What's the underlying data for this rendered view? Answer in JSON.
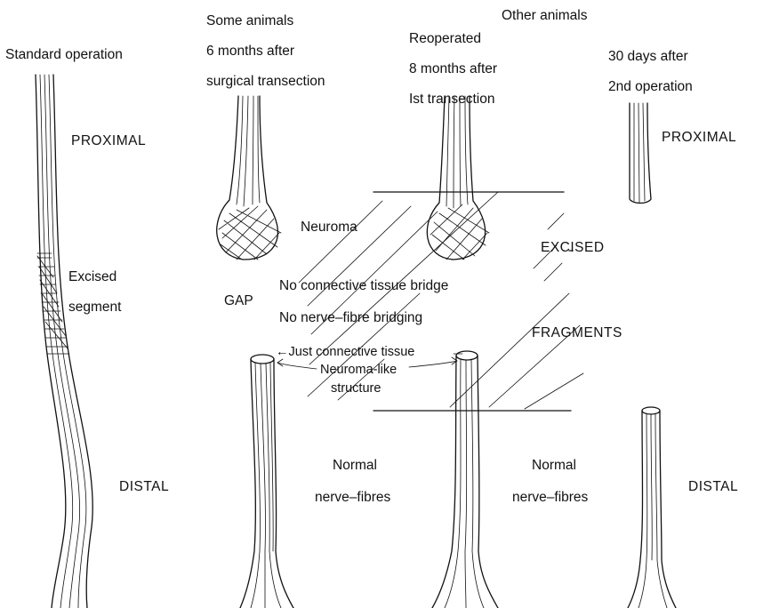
{
  "columns": {
    "standard": {
      "title": "Standard operation",
      "proximal": "PROXIMAL",
      "excised_1": "Excised",
      "excised_2": "segment",
      "distal": "DISTAL"
    },
    "some_animals": {
      "title_1": "Some animals",
      "title_2": "6 months after",
      "title_3": "surgical transection",
      "neuroma": "Neuroma",
      "gap": "GAP",
      "no_bridge": "No connective tissue bridge",
      "no_fibre": "No nerve–fibre bridging",
      "just_ct": "←Just connective tissue",
      "neuroma_like_1": "Neuroma-like",
      "neuroma_like_2": "structure",
      "normal_1": "Normal",
      "normal_2": "nerve–fibres"
    },
    "other_animals": {
      "title": "Other animals",
      "reop_1": "Reoperated",
      "reop_2": "8 months after",
      "reop_3": "Ist transection",
      "excised": "EXCISED",
      "fragments": "FRAGMENTS",
      "normal_1": "Normal",
      "normal_2": "nerve–fibres"
    },
    "thirty_days": {
      "title_1": "30 days after",
      "title_2": "2nd operation",
      "proximal": "PROXIMAL",
      "distal": "DISTAL"
    }
  }
}
